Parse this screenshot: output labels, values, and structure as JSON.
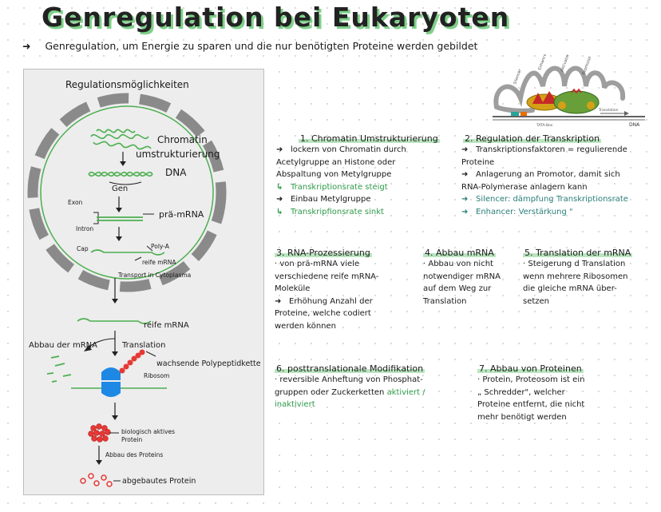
{
  "title": "Genregulation bei Eukaryoten",
  "intro": {
    "arrow": "➜",
    "text": "Genregulation, um Energie zu sparen und die nur benötigten Proteine werden gebildet"
  },
  "diagram": {
    "heading": "Regulationsmöglichkeiten",
    "labels": {
      "chromatin": "Chromatin",
      "umstrukturierung": "umstrukturierung",
      "dna": "DNA",
      "gen": "Gen",
      "exon": "Exon",
      "intron": "Intron",
      "pra_mrna": "prä-mRNA",
      "cap": "Cap",
      "poly_a": "Poly-A",
      "reife_mrna_1": "reife mRNA",
      "transport": "Transport in Cytoplasma",
      "reife_mrna_2": "reife mRNA",
      "abbau_mrna": "Abbau der mRNA",
      "translation": "Translation",
      "polypeptid": "wachsende Polypeptidkette",
      "ribosom": "Ribosom",
      "aktives_protein_1": "biologisch aktives",
      "aktives_protein_2": "Protein",
      "abbau_protein": "Abbau des Proteins",
      "abgebaut": "abgebautes Protein"
    },
    "corner": {
      "dna": "DNA",
      "tata": "TATA-Box",
      "translation": "Translation",
      "loops": [
        "Silencer",
        "Enhancer",
        "Aktivator",
        "Repressor"
      ]
    }
  },
  "sections": [
    {
      "heading": "1. Chromatin Umstrukturierung",
      "lines": [
        {
          "mark": "➜",
          "text": "lockern von Chromatin durch",
          "style": "normal"
        },
        {
          "mark": "",
          "text": "Acetylgruppe an Histone oder",
          "style": "normal"
        },
        {
          "mark": "",
          "text": "Abspaltung von Metylgruppe",
          "style": "normal"
        },
        {
          "mark": "↳",
          "text": "Transkriptionsrate steigt",
          "style": "green"
        },
        {
          "mark": "➜",
          "text": "Einbau Metylgruppe",
          "style": "normal"
        },
        {
          "mark": "↳",
          "text": "Transkripfionsrate sinkt",
          "style": "green"
        }
      ]
    },
    {
      "heading": "2. Regulation der Transkription",
      "lines": [
        {
          "mark": "➜",
          "text": "Transkriptionsfaktoren = regulierende",
          "style": "normal"
        },
        {
          "mark": "",
          "text": "Proteine",
          "style": "normal"
        },
        {
          "mark": "➜",
          "text": "Anlagerung an Promotor, damit sich",
          "style": "normal"
        },
        {
          "mark": "",
          "text": "RNA-Polymerase anlagern kann",
          "style": "normal"
        },
        {
          "mark": "➜",
          "text": "Silencer: dämpfung Transkriptionsrate",
          "style": "teal"
        },
        {
          "mark": "➜",
          "text": "Enhancer: Verstärkung \"",
          "style": "teal"
        }
      ]
    },
    {
      "heading": "3. RNA-Prozessierung",
      "lines": [
        {
          "mark": "",
          "text": "· von prä-mRNA viele",
          "style": "normal"
        },
        {
          "mark": "",
          "text": "verschiedene reife mRNA-",
          "style": "normal"
        },
        {
          "mark": "",
          "text": "Moleküle",
          "style": "normal"
        },
        {
          "mark": "➜",
          "text": "Erhöhung Anzahl der",
          "style": "normal"
        },
        {
          "mark": "",
          "text": "Proteine, welche codiert",
          "style": "normal"
        },
        {
          "mark": "",
          "text": "werden können",
          "style": "normal"
        }
      ]
    },
    {
      "heading": "4. Abbau mRNA",
      "lines": [
        {
          "mark": "",
          "text": "· Abbau von nicht",
          "style": "normal"
        },
        {
          "mark": "",
          "text": "notwendiger mRNA",
          "style": "normal"
        },
        {
          "mark": "",
          "text": "auf dem Weg zur",
          "style": "normal"
        },
        {
          "mark": "",
          "text": "Translation",
          "style": "normal"
        }
      ]
    },
    {
      "heading": "5. Translation der mRNA",
      "lines": [
        {
          "mark": "",
          "text": "· Steigerung d Translation",
          "style": "normal"
        },
        {
          "mark": "",
          "text": "wenn mehrere Ribosomen",
          "style": "normal"
        },
        {
          "mark": "",
          "text": "die gleiche mRNA über-",
          "style": "normal"
        },
        {
          "mark": "",
          "text": "setzen",
          "style": "normal"
        }
      ]
    },
    {
      "heading": "6. posttranslationale Modifikation",
      "lines": [
        {
          "mark": "",
          "text": "· reversible Anheftung von Phosphat-",
          "style": "normal"
        },
        {
          "mark": "",
          "text": "gruppen oder Zuckerketten",
          "style": "normal",
          "suffix": "aktiviert /"
        },
        {
          "mark": "",
          "text": "inaktiviert",
          "style": "green"
        }
      ]
    },
    {
      "heading": "7. Abbau von Proteinen",
      "lines": [
        {
          "mark": "",
          "text": "· Protein, Proteosom ist ein",
          "style": "normal"
        },
        {
          "mark": "",
          "text": "„ Schredder\", welcher",
          "style": "normal"
        },
        {
          "mark": "",
          "text": "Proteine entfernt, die nicht",
          "style": "normal"
        },
        {
          "mark": "",
          "text": "mehr benötigt werden",
          "style": "normal"
        }
      ]
    }
  ],
  "colors": {
    "accent_green": "#2e9a48",
    "highlight": "#b9e5bf",
    "membrane": "#8a8a8a",
    "ribosome": "#1e88e5",
    "protein": "#e53935"
  }
}
